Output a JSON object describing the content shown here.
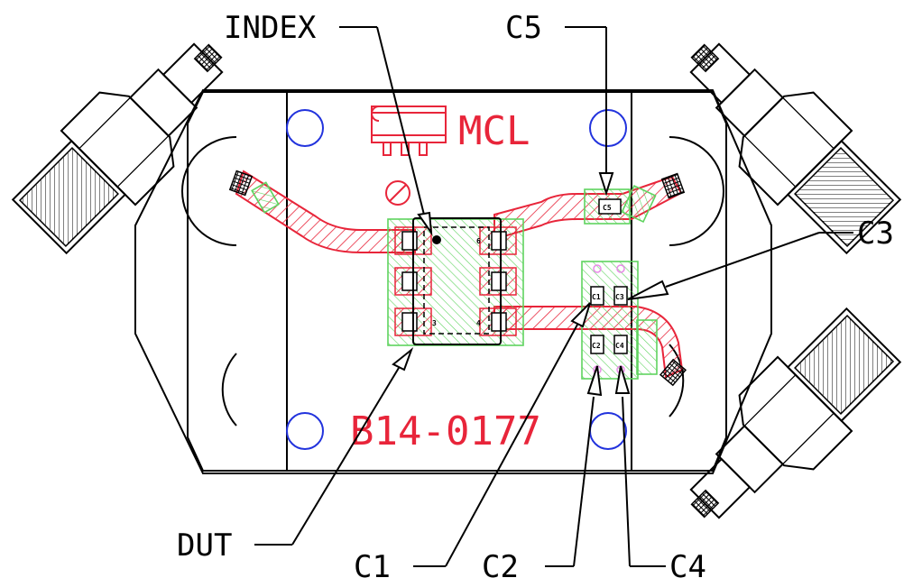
{
  "labels": {
    "index": "INDEX",
    "c5": "C5",
    "c3": "C3",
    "dut": "DUT",
    "c1": "C1",
    "c2": "C2",
    "c4": "C4"
  },
  "board": {
    "logo_text": "MCL",
    "part_number": "B14-0177"
  },
  "component_marks": {
    "c1": "C1",
    "c2": "C2",
    "c3": "C3",
    "c4": "C4",
    "c5": "C5",
    "pin3": "3",
    "pin4": "4",
    "pin6": "6"
  },
  "colors": {
    "outline": "#000000",
    "trace": "#e8253a",
    "pad": "#5fd35f",
    "hole": "#2233dd"
  }
}
